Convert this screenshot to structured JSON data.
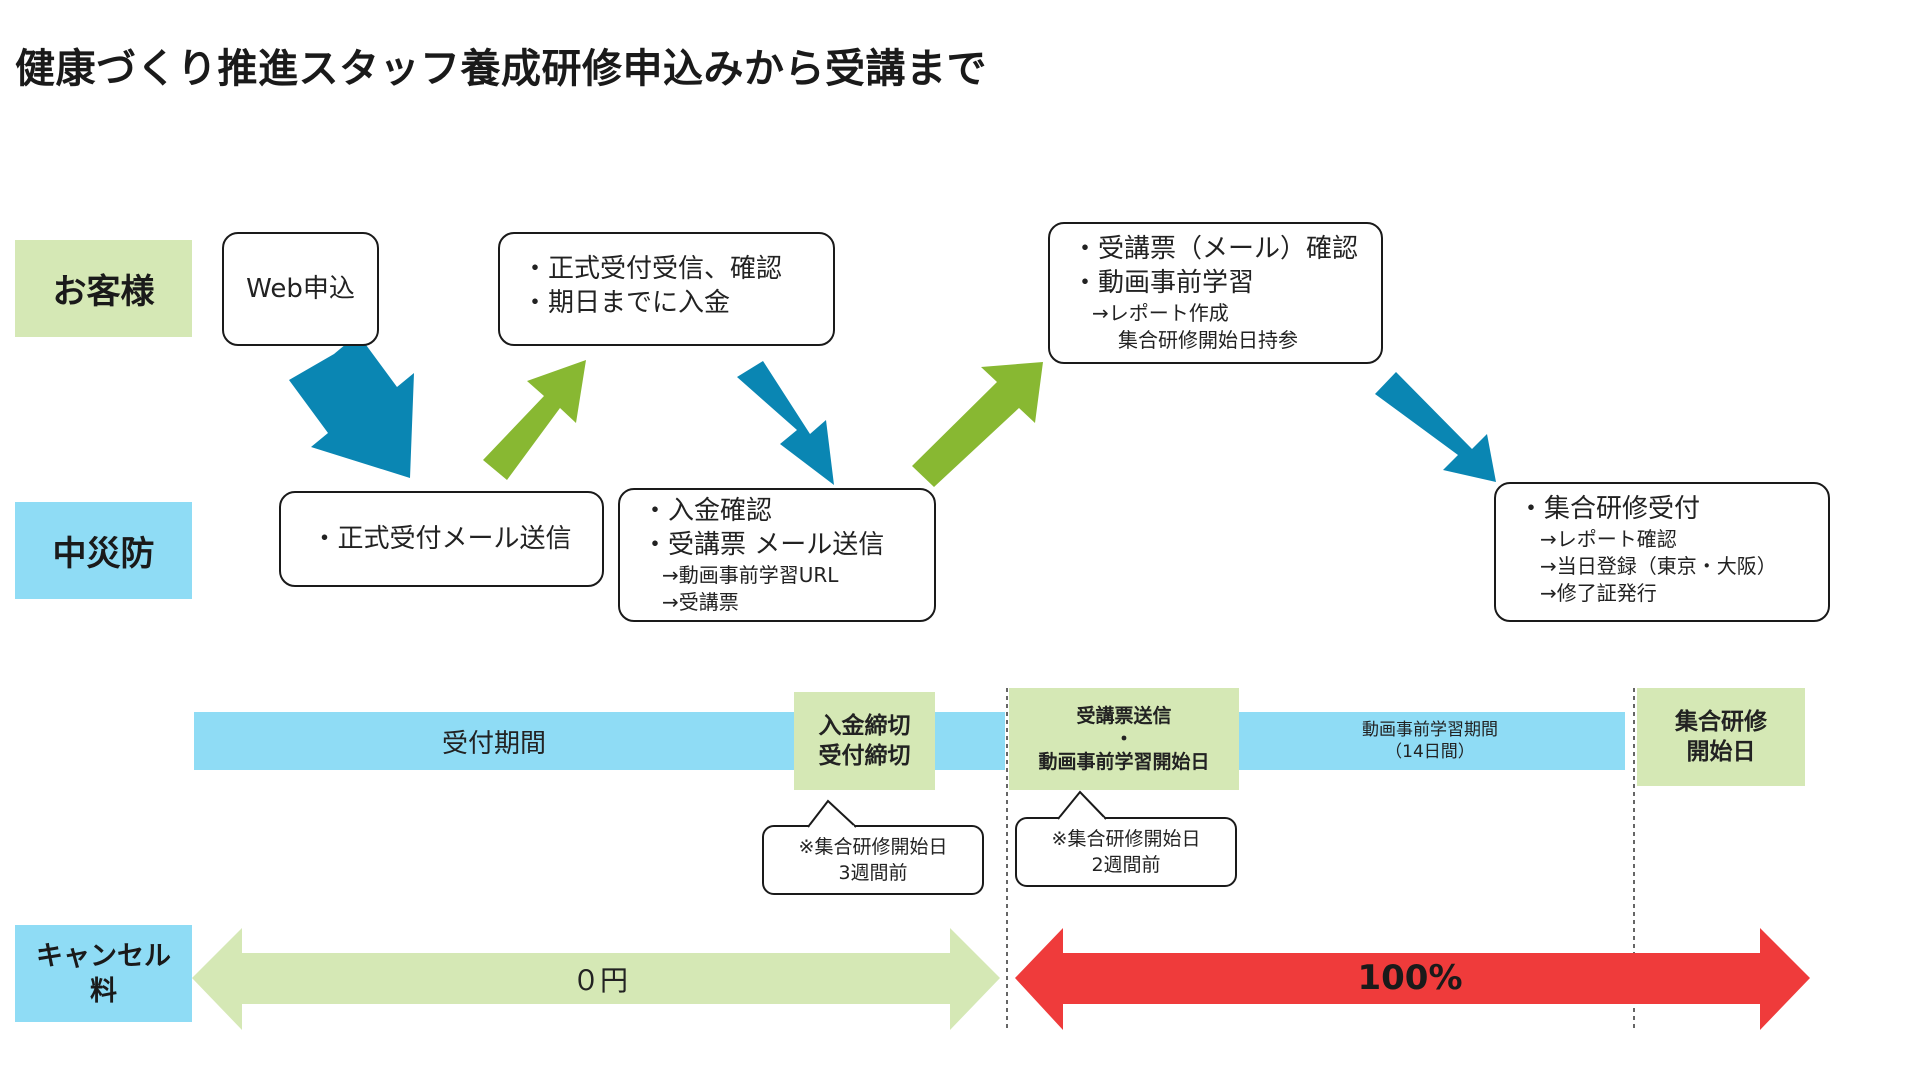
{
  "title": "健康づくり推進スタッフ養成研修申込みから受講まで",
  "lanes": {
    "customer": "お客様",
    "chusaibo": "中災防",
    "cancel_line1": "キャンセル",
    "cancel_line2": "料"
  },
  "boxes": {
    "web_apply": "Web申込",
    "receipt": [
      "・正式受付受信、確認",
      "・期日までに入金"
    ],
    "ticket_confirm": [
      "・受講票（メール）確認",
      "・動画事前学習",
      "→レポート作成",
      "集合研修開始日持参"
    ],
    "formal_mail": "・正式受付メール送信",
    "payment_check": [
      "・入金確認",
      "・受講票 メール送信",
      "→動画事前学習URL",
      "→受講票"
    ],
    "group_reception": [
      "・集合研修受付",
      "→レポート確認",
      "→当日登録（東京・大阪）",
      "→修了証発行"
    ]
  },
  "timeline": {
    "reception_period": "受付期間",
    "deadline": [
      "入金締切",
      "受付締切"
    ],
    "ticket_send": [
      "受講票送信",
      "・",
      "動画事前学習開始日"
    ],
    "video_period": [
      "動画事前学習期間",
      "（14日間）"
    ],
    "group_start": [
      "集合研修",
      "開始日"
    ],
    "note_3weeks": [
      "※集合研修開始日",
      "3週間前"
    ],
    "note_2weeks": [
      "※集合研修開始日",
      "2週間前"
    ]
  },
  "cancel": {
    "free": "０円",
    "full": "100%"
  },
  "colors": {
    "arrow_blue": "#0a86b3",
    "arrow_green": "#88b832",
    "lane_green": "#d5e8b5",
    "lane_blue": "#8fdcf5",
    "cancel_free": "#d5e8b5",
    "cancel_full": "#ef3b3b"
  }
}
